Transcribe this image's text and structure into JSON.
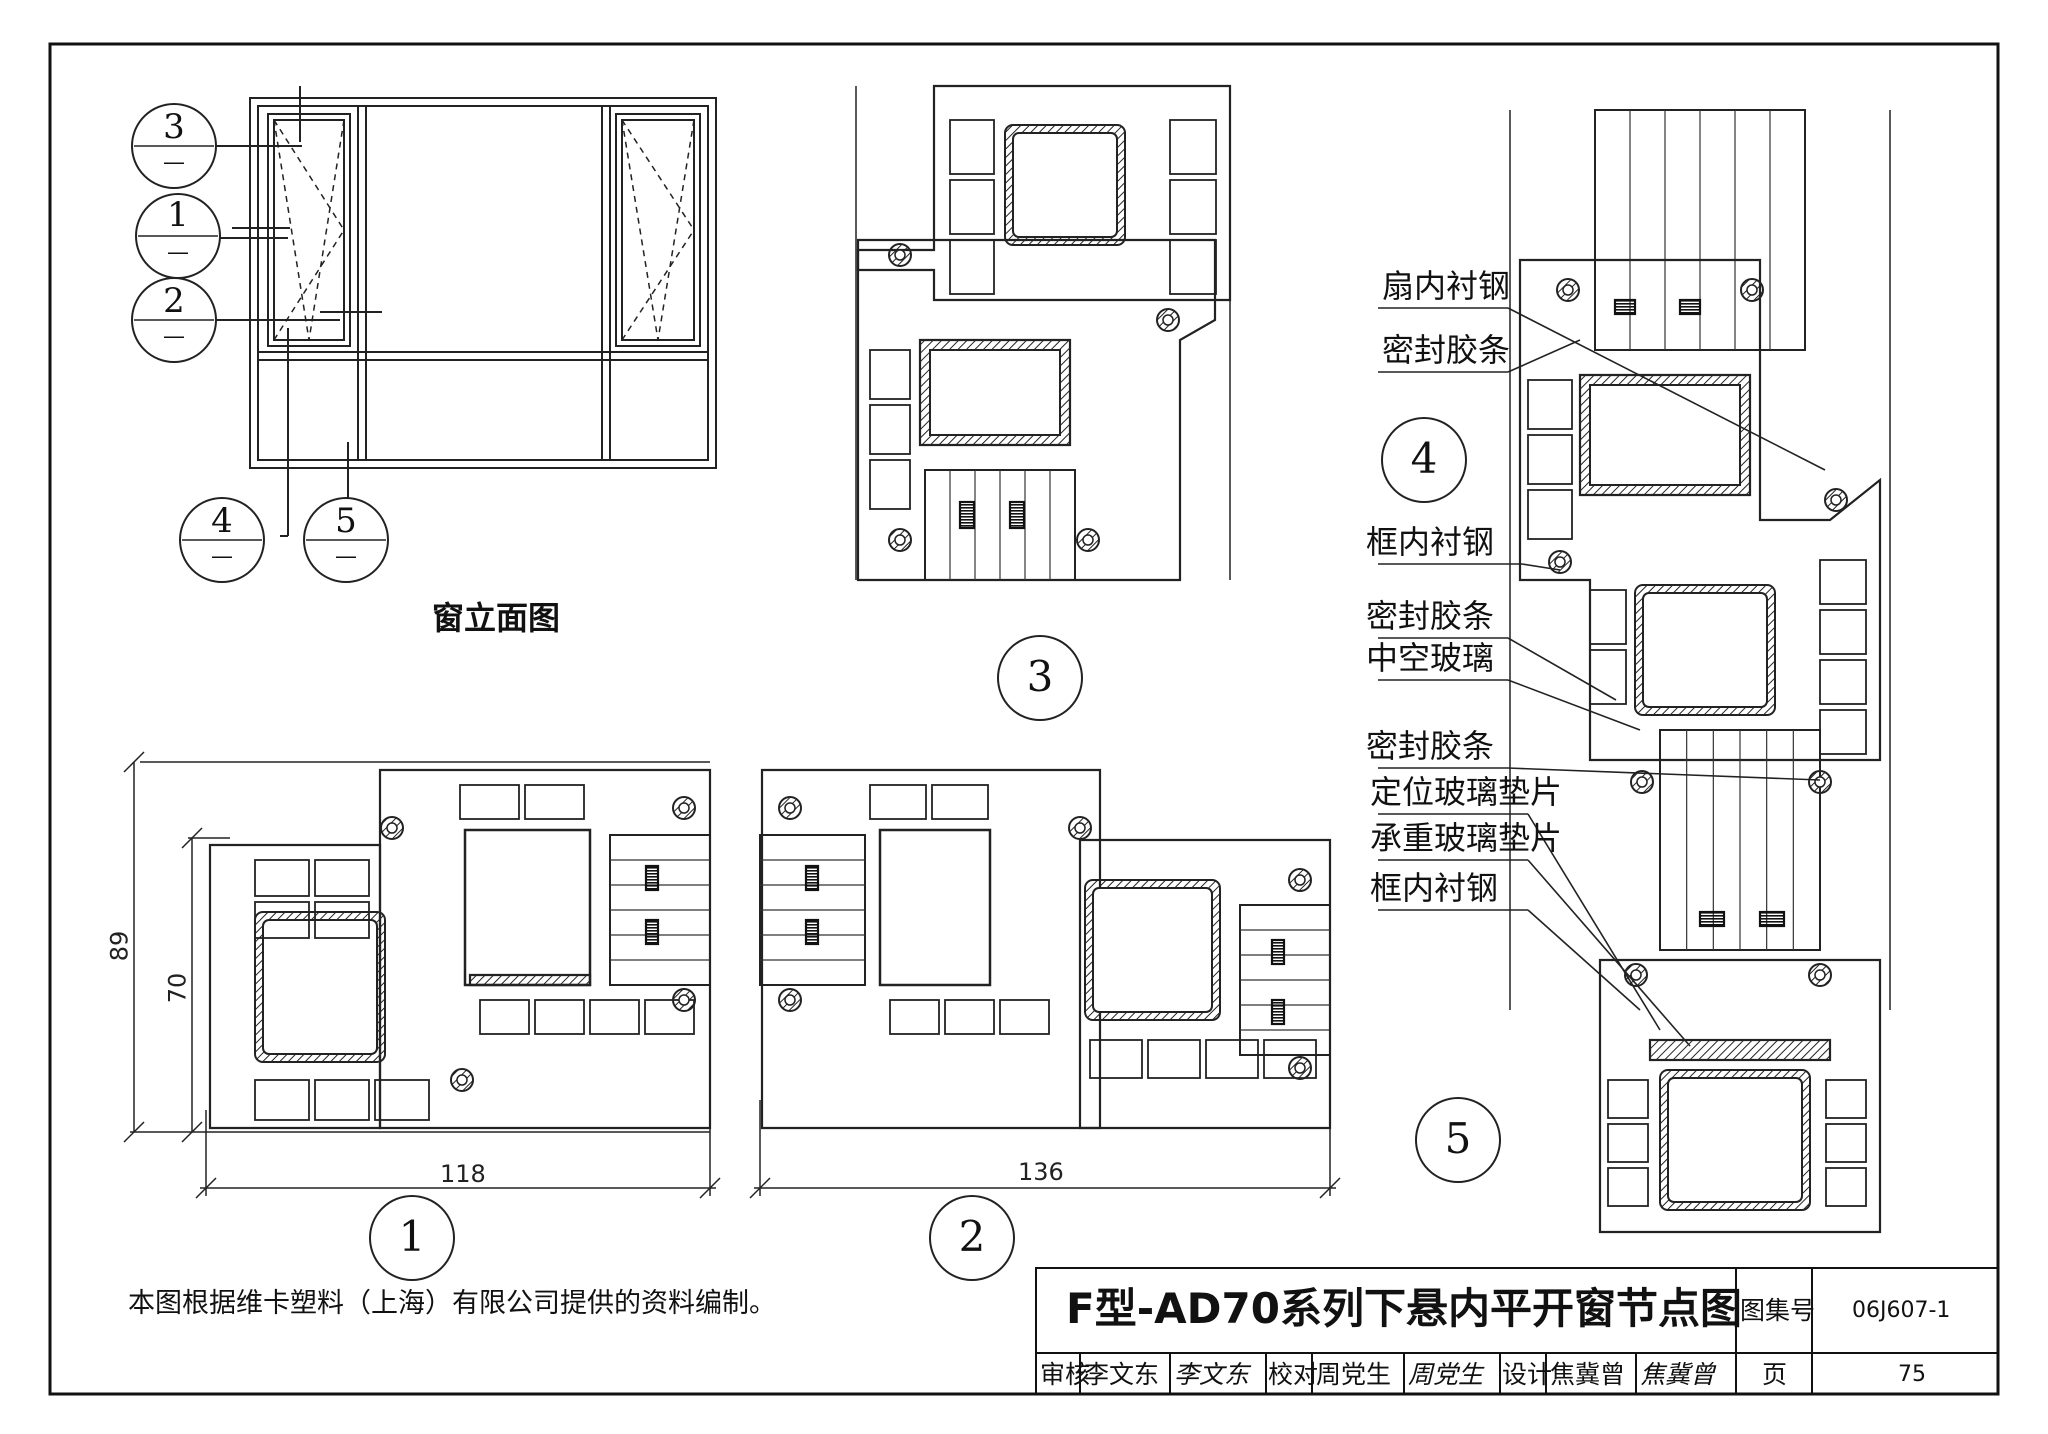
{
  "elevation": {
    "title": "窗立面图",
    "callouts": [
      {
        "id": "3",
        "sub": "—"
      },
      {
        "id": "1",
        "sub": "—"
      },
      {
        "id": "2",
        "sub": "—"
      },
      {
        "id": "4",
        "sub": "—"
      },
      {
        "id": "5",
        "sub": "—"
      }
    ]
  },
  "details": {
    "d1": "1",
    "d2": "2",
    "d3": "3",
    "d4": "4",
    "d5": "5"
  },
  "dimensions": {
    "h89": "89",
    "h70": "70",
    "w118": "118",
    "w136": "136"
  },
  "labels": [
    "扇内衬钢",
    "密封胶条",
    "框内衬钢",
    "密封胶条",
    "中空玻璃",
    "密封胶条",
    "定位玻璃垫片",
    "承重玻璃垫片",
    "框内衬钢"
  ],
  "note": "本图根据维卡塑料（上海）有限公司提供的资料编制。",
  "title_block": {
    "drawing_title": "F型-AD70系列下悬内平开窗节点图",
    "atlas_label": "图集号",
    "atlas_no": "06J607-1",
    "review_label": "审核",
    "reviewer": "李文东",
    "review_sign": "李文东",
    "check_label": "校对",
    "checker": "周党生",
    "check_sign": "周党生",
    "design_label": "设计",
    "designer": "焦冀曾",
    "design_sign": "焦冀曾",
    "page_label": "页",
    "page_no": "75"
  }
}
